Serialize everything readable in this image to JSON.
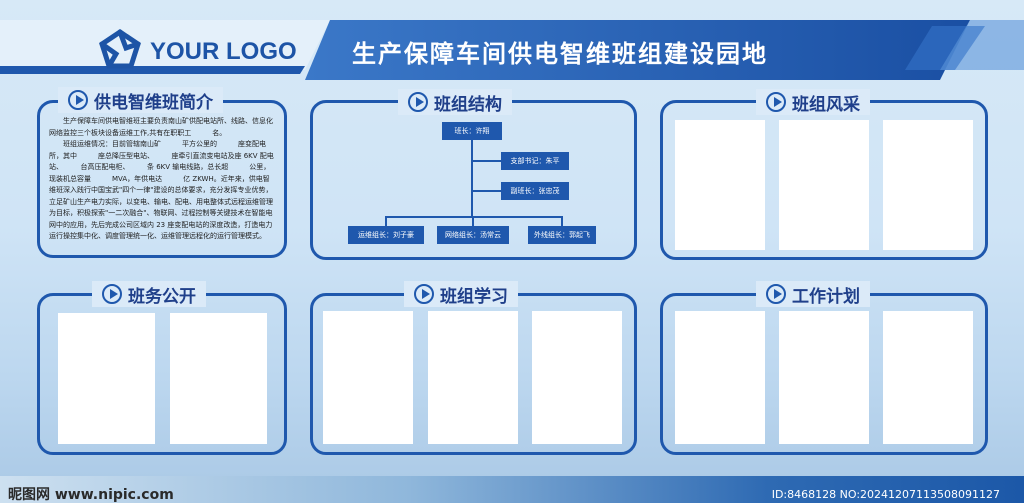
{
  "header": {
    "logo_text": "YOUR LOGO",
    "title": "生产保障车间供电智维班组建设园地"
  },
  "panels": {
    "intro": {
      "title": "供电智维班简介"
    },
    "structure": {
      "title": "班组结构"
    },
    "style": {
      "title": "班组风采"
    },
    "affairs": {
      "title": "班务公开"
    },
    "study": {
      "title": "班组学习"
    },
    "plan": {
      "title": "工作计划"
    }
  },
  "intro_text": {
    "p1": "生产保障车间供电智维班主要负责南山矿供配电站所、线路、信息化网络监控三个板块设备运维工作,共有在职职工　　　名。",
    "p2": "班组运维情况：目前管辖南山矿　　　平方公里的　　　座变配电所，其中　　　座总降压型电站、　　　座牵引直流变电站及座 6KV 配电站、　　　台高压配电柜、　　　条 6KV 输电线路，总长超　　　公里，现装机总容量　　　MVA，年供电达　　　亿 ZKWH。近年来，供电智维班深入践行中国宝武\"四个一律\"建设的总体要求，充分发挥专业优势，立足矿山生产电力实际，以变电、输电、配电、用电整体式远程运维管理为目标，积极探索\"一二次融合\"、物联网、过程控制等关键技术在智能电网中的应用，先后完成公司区域内 23 座变配电站的深度改造，打造电力运行操控集中化、调度管理统一化、运维管理远程化的运行管理模式。"
  },
  "org": {
    "leader": "班长：许翔",
    "secretary": "支部书记：朱平",
    "deputy": "副班长：张忠茂",
    "ops": "运维组长：刘子豪",
    "network": "网络组长：汤常云",
    "external": "外线组长：郭起飞"
  },
  "watermark": {
    "left": "昵图网 www.nipic.com",
    "right": "ID:8468128 NO:20241207113508091127"
  },
  "colors": {
    "primary": "#1f58ad",
    "panel_bg": "#dbeaf8"
  }
}
